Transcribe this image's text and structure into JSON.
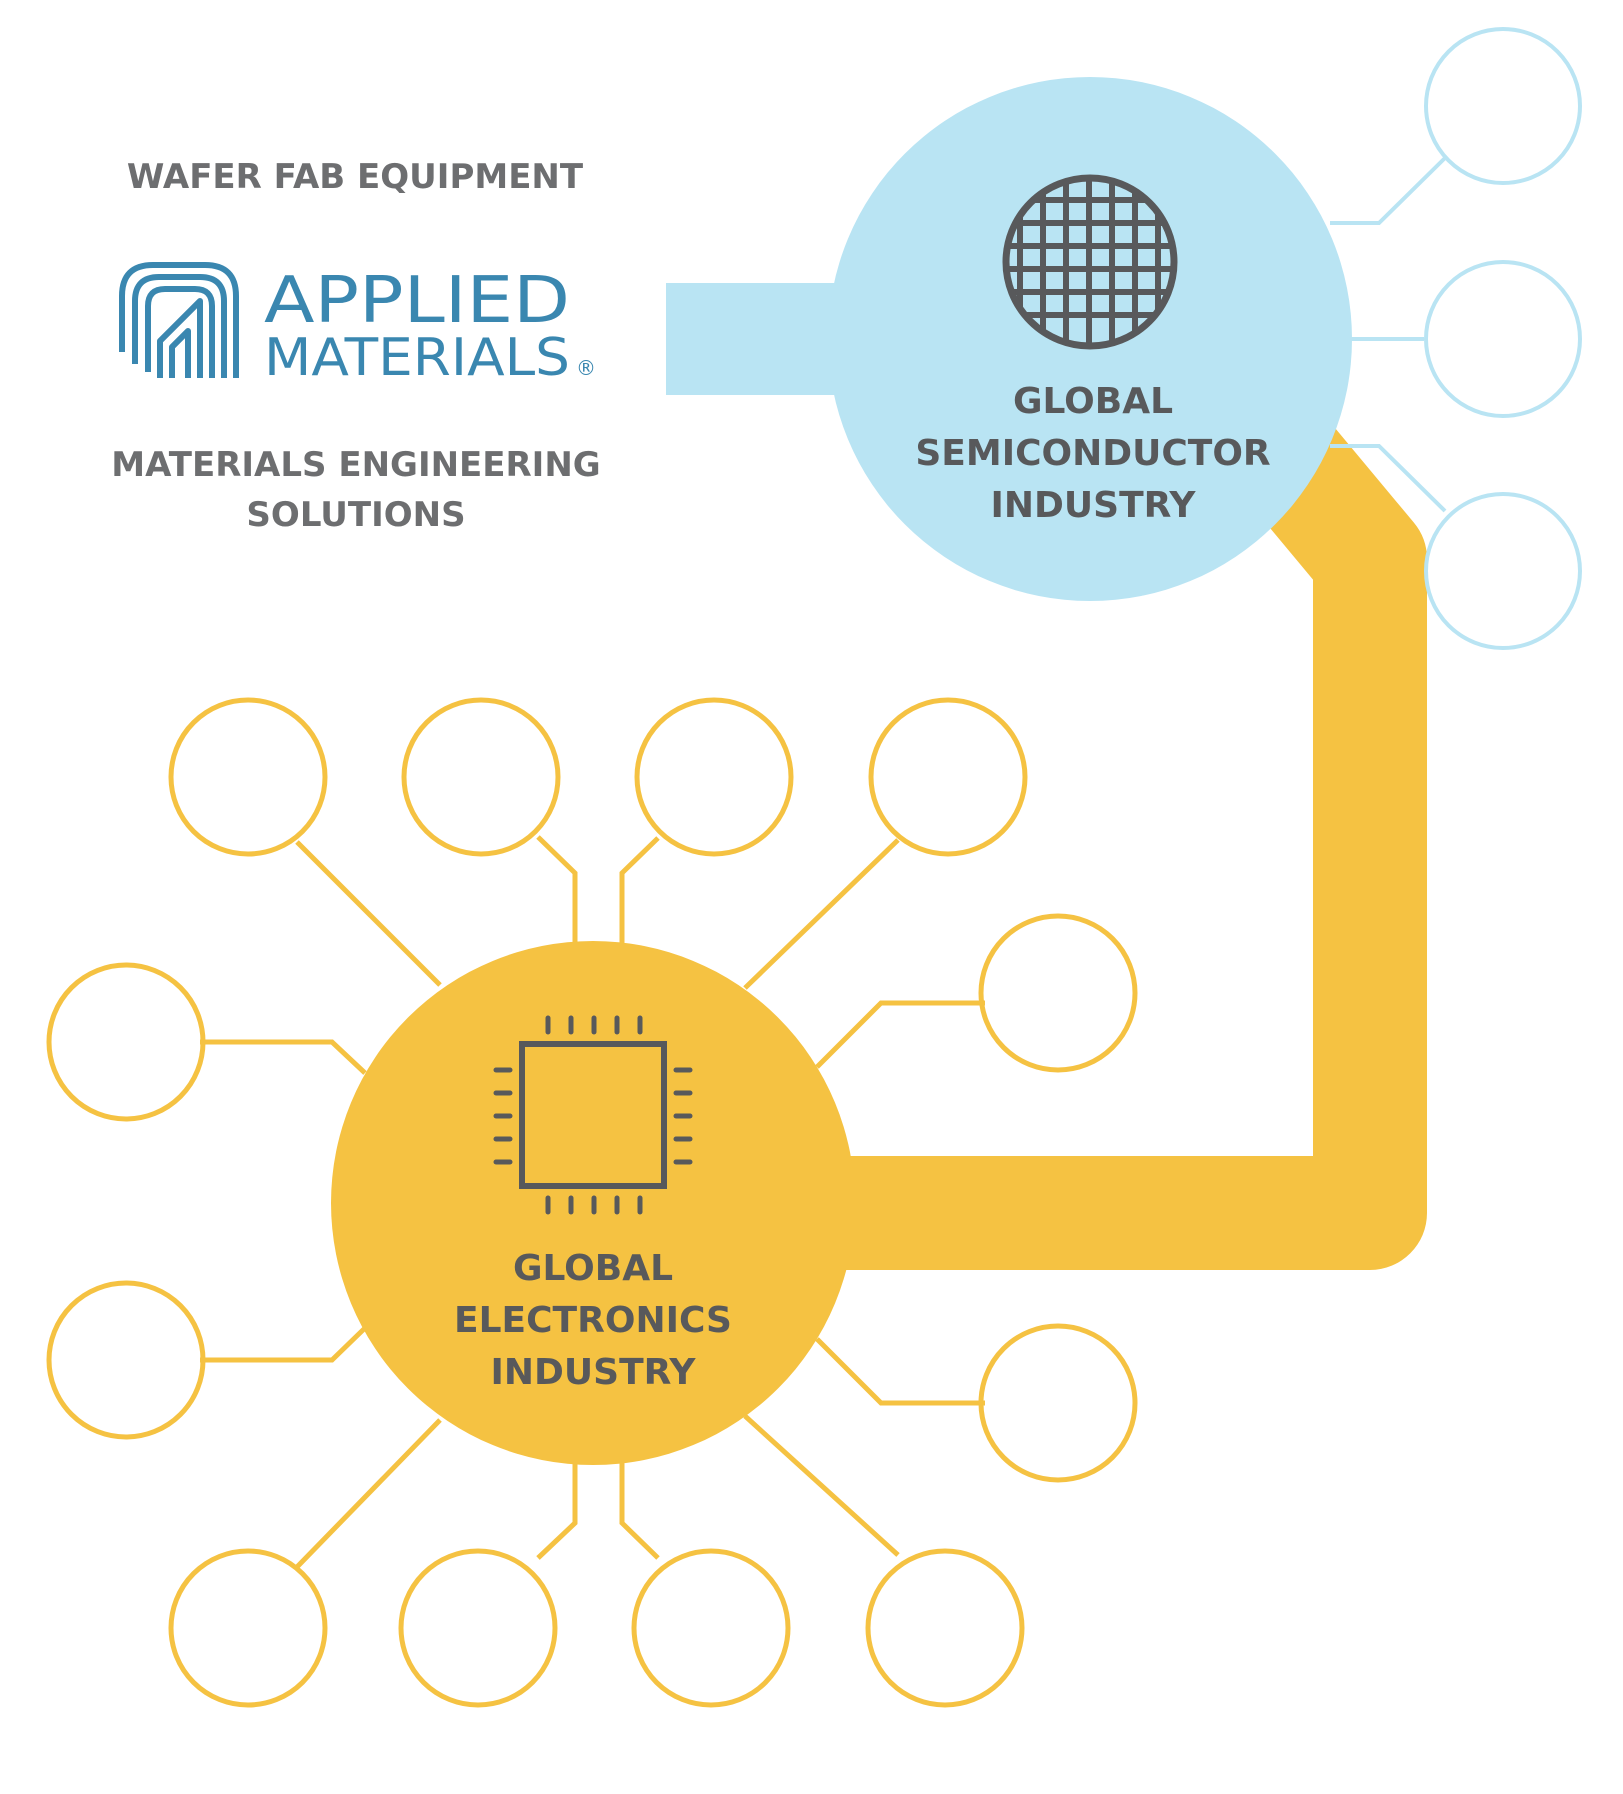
{
  "left_panel": {
    "top_heading": "WAFER FAB EQUIPMENT",
    "logo": {
      "line1": "APPLIED",
      "line2": "MATERIALS",
      "registered_mark": "®",
      "color": "#3a87b0"
    },
    "bottom_heading_line1": "MATERIALS ENGINEERING",
    "bottom_heading_line2": "SOLUTIONS"
  },
  "semiconductor_hub": {
    "label_line1": "GLOBAL",
    "label_line2": "SEMICONDUCTOR",
    "label_line3": "INDUSTRY",
    "icon": "wafer-icon",
    "color": "#b9e4f3",
    "satellite_count": 3
  },
  "electronics_hub": {
    "label_line1": "GLOBAL",
    "label_line2": "ELECTRONICS",
    "label_line3": "INDUSTRY",
    "icon": "chip-icon",
    "color": "#f5c242",
    "satellite_count": 12
  },
  "colors": {
    "text_gray": "#6d6e70",
    "icon_gray": "#58595b",
    "blue": "#b9e4f3",
    "yellow": "#f5c242"
  }
}
